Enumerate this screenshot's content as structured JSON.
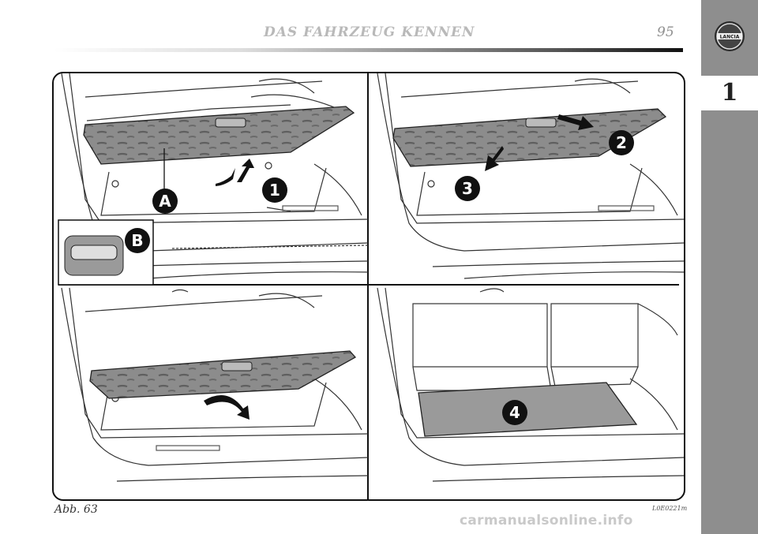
{
  "header": {
    "title": "DAS FAHRZEUG KENNEN",
    "page_number": "95"
  },
  "sidebar": {
    "chapter": "1",
    "logo_text": "LANCIA"
  },
  "figure": {
    "labels": {
      "a": "A",
      "b": "B",
      "step1": "1",
      "step2": "2",
      "step3": "3",
      "step4": "4"
    }
  },
  "caption": "Abb. 63",
  "image_code": "L0E0221m",
  "watermark": "carmanualsonline.info",
  "colors": {
    "sidebar": "#8e8e8e",
    "panel_fill": "#8c8c8c",
    "line": "#333333"
  }
}
